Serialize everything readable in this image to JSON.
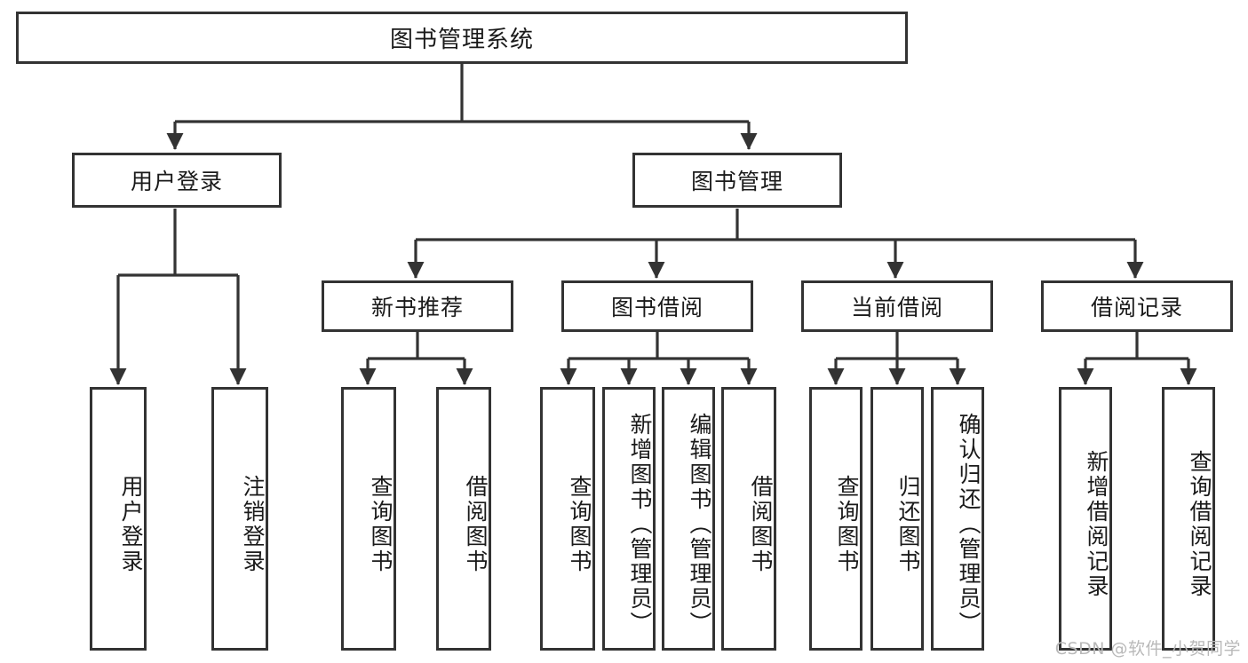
{
  "diagram": {
    "title": "图书管理系统",
    "type": "tree-hierarchy-diagram",
    "colors": {
      "box_border": "#333333",
      "box_fill": "#ffffff",
      "edge": "#333333",
      "text": "#1a1a1a",
      "watermark": "#b9b9b9",
      "background": "#ffffff"
    },
    "nodes": {
      "root": {
        "label": "图书管理系统"
      },
      "level2": [
        {
          "id": "user-login",
          "label": "用户登录"
        },
        {
          "id": "book-manage",
          "label": "图书管理"
        }
      ],
      "level3": [
        {
          "id": "new-book-recommend",
          "label": "新书推荐"
        },
        {
          "id": "book-borrow",
          "label": "图书借阅"
        },
        {
          "id": "current-borrow",
          "label": "当前借阅"
        },
        {
          "id": "borrow-record",
          "label": "借阅记录"
        }
      ],
      "leaves": {
        "user-login": [
          {
            "id": "leaf-user-login",
            "label": "用户登录"
          },
          {
            "id": "leaf-logout-login",
            "label": "注销登录"
          }
        ],
        "new-book-recommend": [
          {
            "id": "leaf-query-book-1",
            "label": "查询图书"
          },
          {
            "id": "leaf-borrow-book-1",
            "label": "借阅图书"
          }
        ],
        "book-borrow": [
          {
            "id": "leaf-query-book-2",
            "label": "查询图书"
          },
          {
            "id": "leaf-add-book",
            "label": "新增图书（管理员）"
          },
          {
            "id": "leaf-edit-book",
            "label": "编辑图书（管理员）"
          },
          {
            "id": "leaf-borrow-book-2",
            "label": "借阅图书"
          }
        ],
        "current-borrow": [
          {
            "id": "leaf-query-book-3",
            "label": "查询图书"
          },
          {
            "id": "leaf-return-book",
            "label": "归还图书"
          },
          {
            "id": "leaf-confirm-return",
            "label": "确认归还（管理员）"
          }
        ],
        "borrow-record": [
          {
            "id": "leaf-add-record",
            "label": "新增借阅记录"
          },
          {
            "id": "leaf-query-record",
            "label": "查询借阅记录"
          }
        ]
      }
    }
  },
  "watermark": {
    "text": "CSDN @软件_小贺同学"
  }
}
